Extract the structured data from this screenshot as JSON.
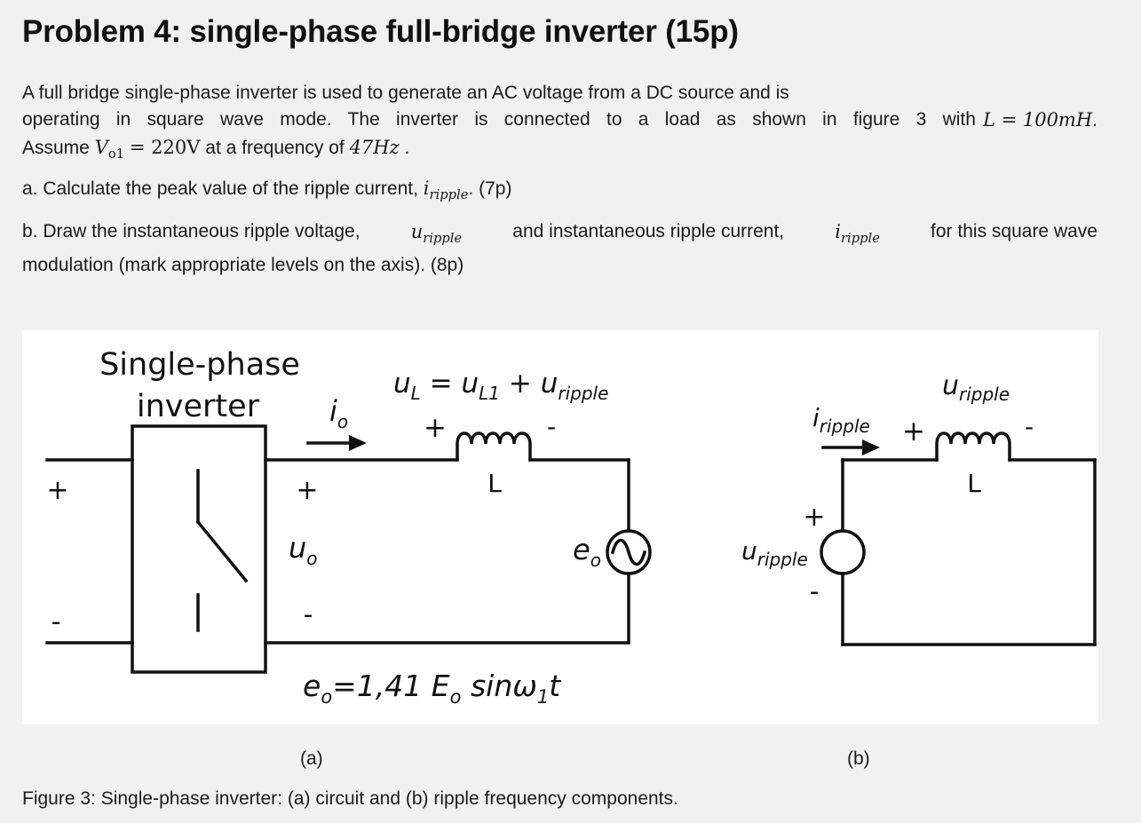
{
  "problem": {
    "title": "Problem 4: single-phase full-bridge inverter (15p)",
    "intro_line1": "A full bridge single-phase inverter is used to generate an AC voltage from a DC source and is",
    "intro_line2_a": "operating in square wave mode. The inverter is connected to a load as shown in figure 3 with",
    "intro_L": "L = 100mH",
    "intro_line3_a": "Assume",
    "intro_V": "V",
    "intro_V_sub": "o1",
    "intro_V_val": "= 220V",
    "intro_line3_b": "at a frequency of",
    "intro_freq": "47Hz",
    "part_a_text": "a. Calculate the peak value of the ripple current,",
    "part_a_sym": "i",
    "part_a_sym_sub": "ripple",
    "part_a_end": ". (7p)",
    "part_b_text1": "b. Draw the instantaneous ripple voltage,",
    "part_b_u": "u",
    "part_b_u_sub": "ripple",
    "part_b_text2": "and instantaneous ripple current,",
    "part_b_i": "i",
    "part_b_i_sub": "ripple",
    "part_b_text3": "for this square wave",
    "part_b_line2": "modulation  (mark appropriate levels on the axis). (8p)"
  },
  "figure": {
    "inverter_label_1": "Single-phase",
    "inverter_label_2": "inverter",
    "dc_plus": "+",
    "dc_minus": "-",
    "io_label": "i",
    "io_sub": "o",
    "uL_eq_1": "u",
    "uL_eq_sub1": "L",
    "uL_eq_2": " = u",
    "uL_eq_sub2": "L1",
    "uL_eq_3": " + u",
    "uL_eq_sub3": "ripple",
    "ind_plus_a": "+",
    "ind_minus_a": "-",
    "L_label_a": "L",
    "uo_plus": "+",
    "uo_label": "u",
    "uo_sub": "o",
    "uo_minus": "-",
    "eo_label": "e",
    "eo_sub": "o",
    "eo_eq_1": "e",
    "eo_eq_sub1": "o",
    "eo_eq_2": "=1,41 E",
    "eo_eq_sub2": "o",
    "eo_eq_3": " sinω",
    "eo_eq_sub3": "1",
    "eo_eq_4": "t",
    "iripple_label": "i",
    "iripple_sub": "ripple",
    "uripple_top": "u",
    "uripple_top_sub": "ripple",
    "ind_plus_b": "+",
    "ind_minus_b": "-",
    "L_label_b": "L",
    "src_plus": "+",
    "src_minus": "-",
    "src_label": "u",
    "src_label_sub": "ripple"
  },
  "caption": {
    "sub_a": "(a)",
    "sub_b": "(b)",
    "text": "Figure 3: Single-phase inverter: (a) circuit and (b) ripple frequency components."
  }
}
